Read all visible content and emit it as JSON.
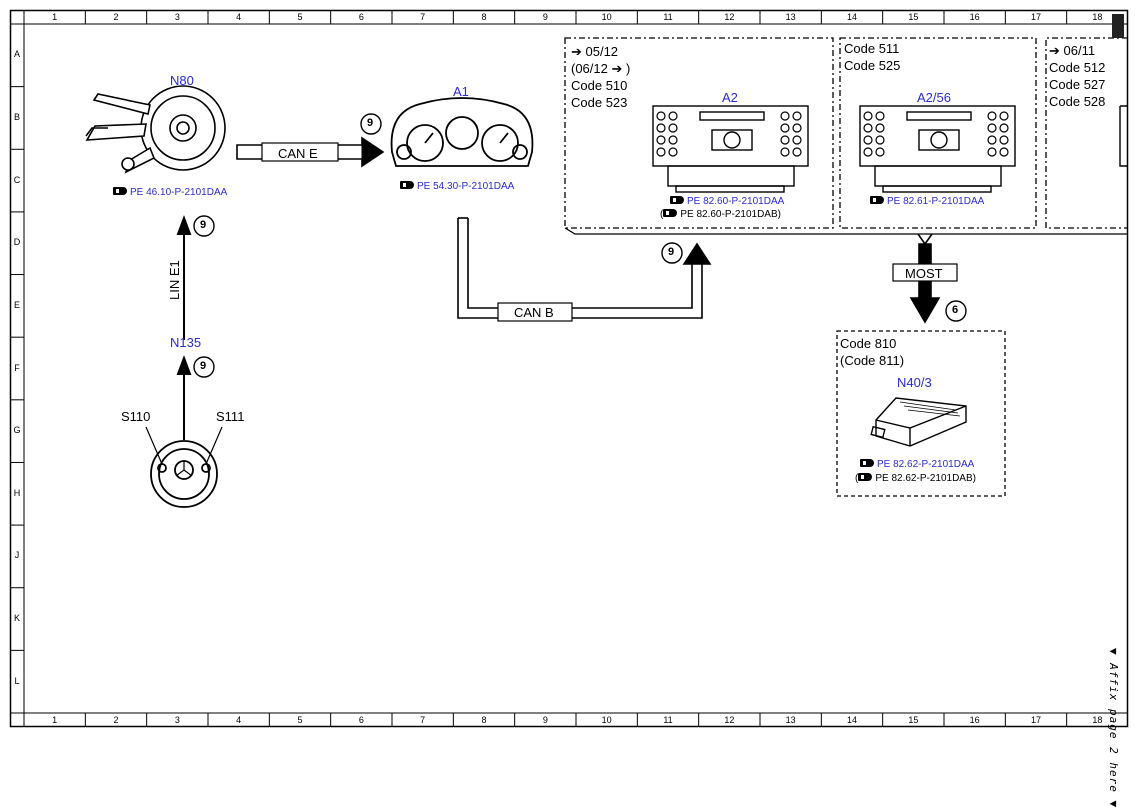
{
  "grid": {
    "columns": [
      "1",
      "2",
      "3",
      "4",
      "5",
      "6",
      "7",
      "8",
      "9",
      "10",
      "11",
      "12",
      "13",
      "14",
      "15",
      "16",
      "17",
      "18"
    ],
    "rows": [
      "A",
      "B",
      "C",
      "D",
      "E",
      "F",
      "G",
      "H",
      "J",
      "K",
      "L"
    ]
  },
  "components": {
    "n80": {
      "name": "N80",
      "ref": "PE 46.10-P-2101DAA"
    },
    "a1": {
      "name": "A1",
      "ref": "PE 54.30-P-2101DAA"
    },
    "a2": {
      "name": "A2",
      "ref": "PE 82.60-P-2101DAA",
      "ref_alt_open": "(",
      "ref_alt": "PE 82.60-P-2101DAB)",
      "codes": [
        "➔ 05/12",
        "(06/12 ➔ )",
        "Code 510",
        "Code 523"
      ]
    },
    "a256": {
      "name": "A2/56",
      "ref": "PE 82.61-P-2101DAA",
      "codes": [
        "Code 511",
        "Code 525"
      ]
    },
    "a2x": {
      "codes": [
        "➔ 06/11",
        "Code 512",
        "Code 527",
        "Code 528"
      ]
    },
    "n135": {
      "name": "N135"
    },
    "s110": {
      "name": "S110"
    },
    "s111": {
      "name": "S111"
    },
    "n403": {
      "name": "N40/3",
      "ref": "PE 82.62-P-2101DAA",
      "ref_alt_open": "(",
      "ref_alt": "PE 82.62-P-2101DAB)",
      "codes": [
        "Code 810",
        "(Code 811)"
      ]
    }
  },
  "buses": {
    "can_e": "CAN E",
    "can_b": "CAN B",
    "lin_e1": "LIN E1",
    "most": "MOST"
  },
  "markers": {
    "m9": "9",
    "m6": "6"
  },
  "side_note": "▼ Affix page 2 here ▼",
  "colors": {
    "component_name": "#2a2ad8",
    "line": "#000000"
  },
  "icons": [
    "pointing-hand-icon"
  ]
}
